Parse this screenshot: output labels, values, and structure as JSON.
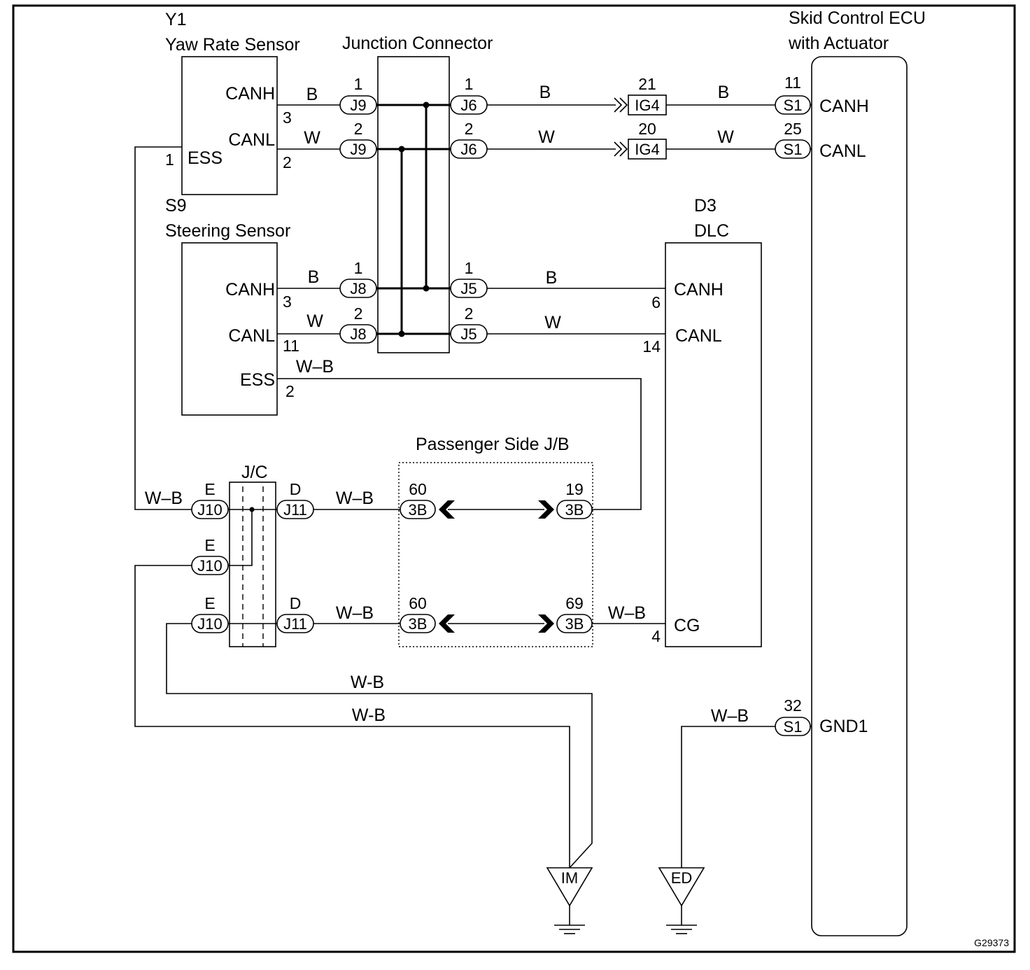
{
  "diagram_id": "G29373",
  "components": {
    "yaw_sensor": {
      "code": "Y1",
      "name": "Yaw Rate Sensor",
      "canh": "CANH",
      "canl": "CANL",
      "ess": "ESS",
      "pin_canh": "3",
      "pin_canl": "2",
      "pin_ess": "1"
    },
    "steering_sensor": {
      "code": "S9",
      "name": "Steering Sensor",
      "canh": "CANH",
      "canl": "CANL",
      "ess": "ESS",
      "pin_canh": "3",
      "pin_canl": "11",
      "pin_ess": "2"
    },
    "junction_connector": {
      "name": "Junction Connector"
    },
    "jc": {
      "name": "J/C"
    },
    "passenger_jb": {
      "name": "Passenger Side J/B"
    },
    "dlc": {
      "code": "D3",
      "name": "DLC",
      "canh": "CANH",
      "canl": "CANL",
      "cg": "CG",
      "pin_canh": "6",
      "pin_canl": "14",
      "pin_cg": "4"
    },
    "ecu": {
      "name_line1": "Skid Control ECU",
      "name_line2": "with Actuator",
      "canh": "CANH",
      "canl": "CANL",
      "gnd": "GND1",
      "pin_canh": "11",
      "pin_canl": "25",
      "pin_gnd": "32"
    }
  },
  "connectors": {
    "j9": "J9",
    "j6": "J6",
    "j8": "J8",
    "j5": "J5",
    "ig4": "IG4",
    "s1": "S1",
    "j10": "J10",
    "j11": "J11",
    "jb": "3B",
    "j10_side": "E",
    "j11_side": "D"
  },
  "pins": {
    "one": "1",
    "two": "2",
    "ig4_canh": "21",
    "ig4_canl": "20",
    "jb_a_left": "60",
    "jb_a_right": "19",
    "jb_b_left": "60",
    "jb_b_right": "69"
  },
  "wire_colors": {
    "black": "B",
    "white": "W",
    "white_black": "W–B",
    "white_black_hyphen": "W-B"
  },
  "grounds": {
    "im": "IM",
    "ed": "ED"
  }
}
